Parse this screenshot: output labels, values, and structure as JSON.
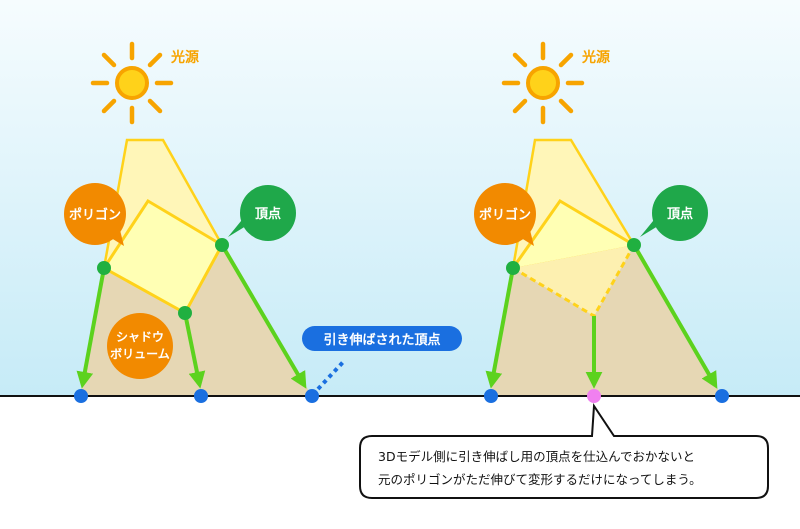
{
  "labels": {
    "light_source": "光源",
    "polygon": "ポリゴン",
    "vertex": "頂点",
    "shadow_volume_line1": "シャドウ",
    "shadow_volume_line2": "ボリューム",
    "stretched_vertex": "引き伸ばされた頂点"
  },
  "note": {
    "line1": "3Dモデル側に引き伸ばし用の頂点を仕込んでおかないと",
    "line2": "元のポリゴンがただ伸びて変形するだけになってしまう。"
  },
  "colors": {
    "sky_top": "#e9f7fd",
    "sky_bottom": "#c8ecf8",
    "sun": "#f7a400",
    "light_beam": "#fff6b8",
    "polygon_fill": "#ffffb4",
    "shadow_volume": "#e6d7b4",
    "orange_callout": "#f28a00",
    "green_callout": "#1fa84a",
    "arrow_green": "#5cd21e",
    "vertex_green": "#20b040",
    "vertex_blue": "#1a6fe0",
    "vertex_pink": "#f080f0",
    "blue_label": "#1a6fe0"
  }
}
